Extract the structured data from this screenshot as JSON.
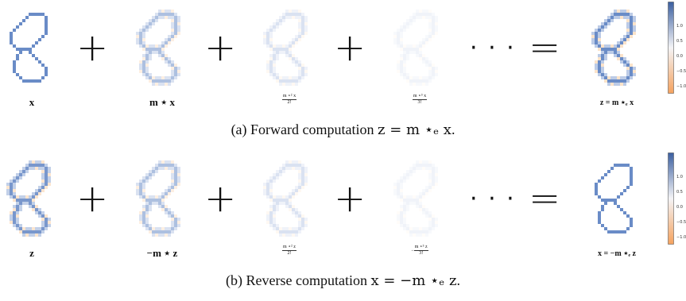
{
  "figure": {
    "rows": [
      {
        "id": "a",
        "terms": [
          {
            "label": "x",
            "label_type": "big",
            "intensity": 1.0
          },
          {
            "label": "m ⋆ x",
            "label_type": "big",
            "intensity": 0.55
          },
          {
            "label_num": "m ⋆² x",
            "label_den": "2!",
            "label_type": "small",
            "intensity": 0.25
          },
          {
            "label_num": "m ⋆³ x",
            "label_den": "3!",
            "label_type": "small",
            "intensity": 0.1
          },
          {
            "label": "z = m ⋆ₑ x",
            "label_type": "big",
            "intensity": 1.0
          }
        ],
        "dots": "· · ·",
        "caption_prefix": "(a) Forward computation ",
        "caption_math": "z = m ⋆ₑ x",
        "caption_suffix": "."
      },
      {
        "id": "b",
        "terms": [
          {
            "label": "z",
            "label_type": "big",
            "intensity": 0.9
          },
          {
            "label": "−m ⋆ z",
            "label_type": "big",
            "intensity": 0.55
          },
          {
            "label_num": "m ⋆² z",
            "label_den": "2!",
            "label_type": "small",
            "intensity": 0.25
          },
          {
            "label_prefix": "−",
            "label_num": "m ⋆³ z",
            "label_den": "3!",
            "label_type": "small",
            "intensity": 0.1
          },
          {
            "label": "x = −m ⋆ₑ z",
            "label_type": "big",
            "intensity": 1.0
          }
        ],
        "dots": "· · ·",
        "caption_prefix": "(b) Reverse computation ",
        "caption_math": "x = −m ⋆ₑ z",
        "caption_suffix": "."
      }
    ],
    "colorbar": {
      "ticks": [
        "1.0",
        "0.5",
        "0.0",
        "−0.5",
        "−1.0"
      ],
      "color_high": "#3b5fa0",
      "color_mid": "#f4f4f6",
      "color_low": "#f5a25e"
    },
    "colors": {
      "digit_blue": "#6a8cc7",
      "digit_orange": "#f7c08a",
      "text": "#111111"
    }
  }
}
